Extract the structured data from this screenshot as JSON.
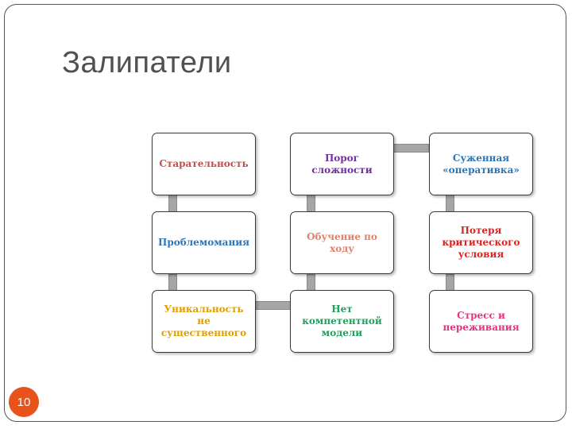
{
  "slide": {
    "title": "Залипатели",
    "page_number": "10",
    "accent_color": "#e8531c"
  },
  "diagram": {
    "nodes": [
      {
        "id": "n1",
        "label": "Старательность",
        "color": "#c0504d"
      },
      {
        "id": "n2",
        "label": "Порог сложности",
        "color": "#7030a0"
      },
      {
        "id": "n3",
        "label": "Суженная «оперативка»",
        "color": "#2e75b6"
      },
      {
        "id": "n4",
        "label": "Проблемомания",
        "color": "#2e75b6"
      },
      {
        "id": "n5",
        "label": "Обучение по ходу",
        "color": "#e2806a"
      },
      {
        "id": "n6",
        "label": "Потеря критического условия",
        "color": "#e02020"
      },
      {
        "id": "n7",
        "label": "Уникальность не существенного",
        "color": "#e2a000"
      },
      {
        "id": "n8",
        "label": "Нет компетентной модели",
        "color": "#22a05a"
      },
      {
        "id": "n9",
        "label": "Стресс и переживания",
        "color": "#e0357f"
      }
    ],
    "edges": [
      {
        "from": "n1",
        "to": "n4"
      },
      {
        "from": "n4",
        "to": "n7"
      },
      {
        "from": "n7",
        "to": "n8"
      },
      {
        "from": "n8",
        "to": "n5"
      },
      {
        "from": "n5",
        "to": "n2"
      },
      {
        "from": "n2",
        "to": "n3"
      },
      {
        "from": "n3",
        "to": "n6"
      },
      {
        "from": "n6",
        "to": "n9"
      }
    ]
  }
}
